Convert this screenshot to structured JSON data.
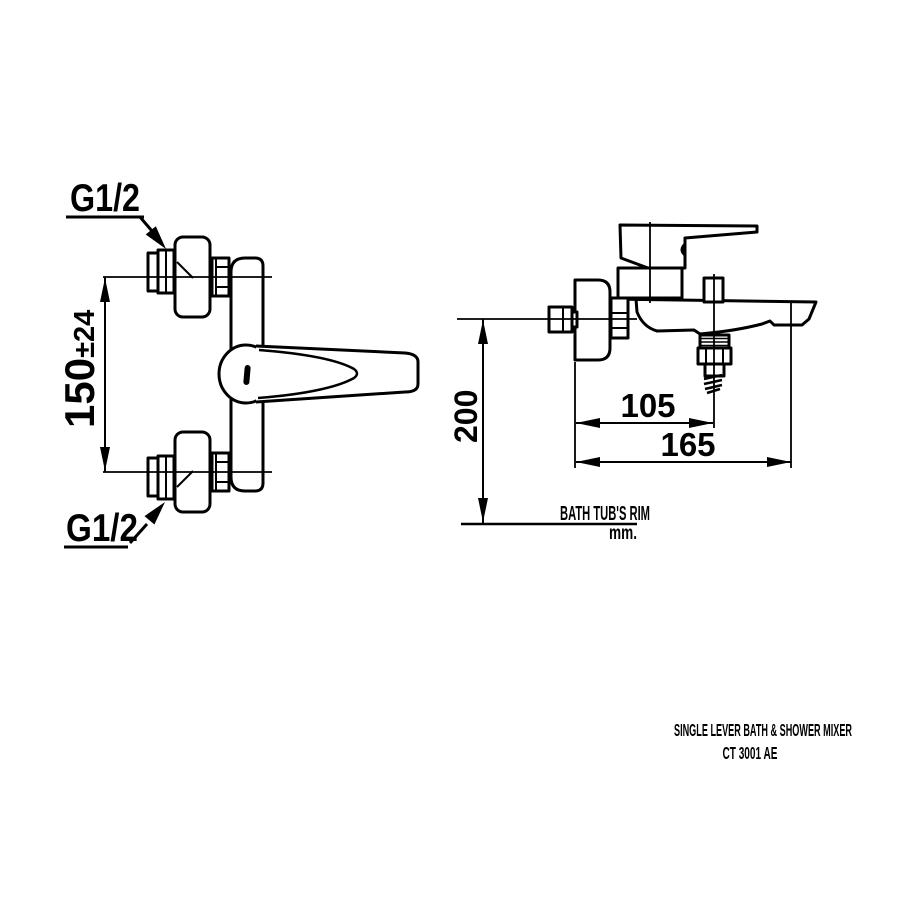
{
  "product": {
    "title": "SINGLE LEVER BATH & SHOWER MIXER",
    "model": "CT 3001 AE"
  },
  "colors": {
    "background": "#ffffff",
    "line": "#000000"
  },
  "front_view": {
    "thread_top": "G1/2",
    "thread_bottom": "G1/2",
    "inlet_distance_value": "150",
    "inlet_distance_tolerance": "±24"
  },
  "side_view": {
    "height_above_rim": "200",
    "shower_outlet_offset": "105",
    "spout_reach": "165",
    "rim_note": "BATH TUB'S RIM",
    "unit_note": "mm."
  }
}
